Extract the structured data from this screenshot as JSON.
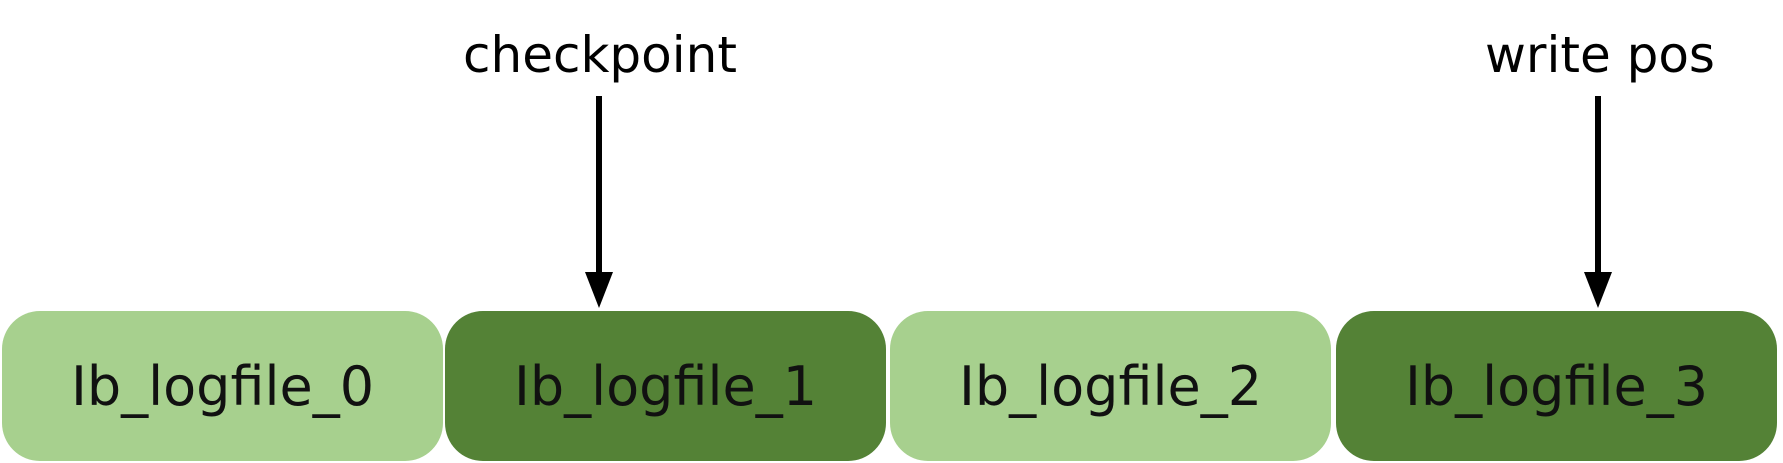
{
  "markers": {
    "checkpoint_label": "checkpoint",
    "write_pos_label": "write pos"
  },
  "logfiles": [
    {
      "label": "Ib_logfile_0",
      "shade": "light"
    },
    {
      "label": "Ib_logfile_1",
      "shade": "dark"
    },
    {
      "label": "Ib_logfile_2",
      "shade": "light"
    },
    {
      "label": "Ib_logfile_3",
      "shade": "dark"
    }
  ],
  "colors": {
    "light_green": "#a7d08e",
    "dark_green": "#548236",
    "arrow": "#000000"
  }
}
